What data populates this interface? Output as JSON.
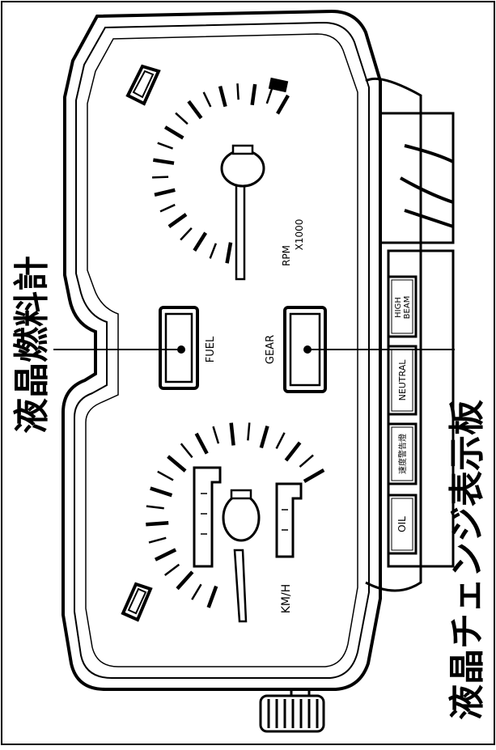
{
  "callouts": {
    "left": "液晶燃料計",
    "right": "液晶チェンジ表示板"
  },
  "tachometer": {
    "label_rpm": "RPM",
    "label_scale": "X1000"
  },
  "speedometer": {
    "label": "KM/H"
  },
  "fuel_display": {
    "label": "FUEL"
  },
  "gear_display": {
    "label": "GEAR"
  },
  "indicators": [
    {
      "label": "HIGH BEAM"
    },
    {
      "label": "NEUTRAL"
    },
    {
      "label": "速度警告燈"
    },
    {
      "label": "OIL"
    }
  ],
  "colors": {
    "ink": "#000000",
    "paper": "#ffffff"
  }
}
